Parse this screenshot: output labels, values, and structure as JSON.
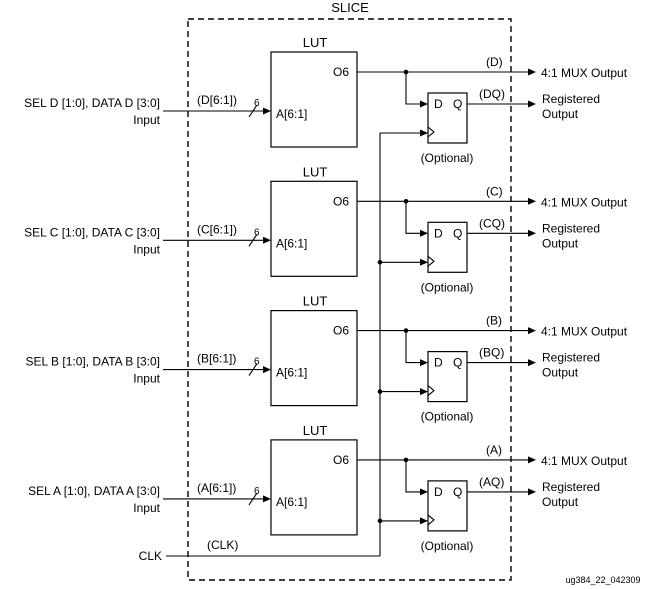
{
  "slice_title": "SLICE",
  "lut_label": "LUT",
  "o6_label": "O6",
  "a_label": "A[6:1]",
  "bus_width": "6",
  "d_label": "D",
  "q_label": "Q",
  "optional_label": "(Optional)",
  "mux_output_label": "4:1 MUX Output",
  "registered_output_label": [
    "Registered",
    "Output"
  ],
  "clk_label": "CLK",
  "clk_net_label": "(CLK)",
  "figure_id": "ug384_22_042309",
  "stages": [
    {
      "input_label": [
        "SEL D [1:0], DATA D [3:0]",
        "Input"
      ],
      "bus_label": "(D[6:1])",
      "mux_net_label": "(D)",
      "reg_net_label": "(DQ)"
    },
    {
      "input_label": [
        "SEL C [1:0], DATA C [3:0]",
        "Input"
      ],
      "bus_label": "(C[6:1])",
      "mux_net_label": "(C)",
      "reg_net_label": "(CQ)"
    },
    {
      "input_label": [
        "SEL B [1:0], DATA B [3:0]",
        "Input"
      ],
      "bus_label": "(B[6:1])",
      "mux_net_label": "(B)",
      "reg_net_label": "(BQ)"
    },
    {
      "input_label": [
        "SEL A [1:0], DATA A [3:0]",
        "Input"
      ],
      "bus_label": "(A[6:1])",
      "mux_net_label": "(A)",
      "reg_net_label": "(AQ)"
    }
  ]
}
